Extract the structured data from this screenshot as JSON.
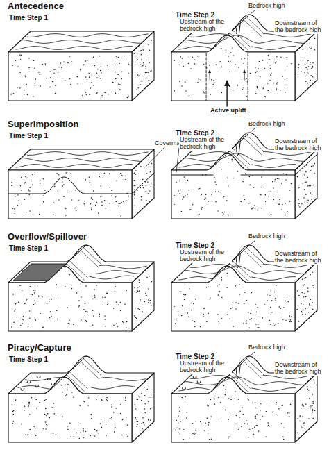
{
  "diagram": {
    "labels": [
      "Antecedence",
      "Time Step 1",
      "Time Step 2",
      "Bedrock high",
      "Upstream of the bedrock high",
      "Downstream of the bedrock high",
      "Active uplift",
      "Superimposition",
      "Time Step 1",
      "Time Step 2",
      "Covermass",
      "Bedrock high",
      "Upstream of the bedrock high",
      "Downstream of the bedrock high",
      "Overflow/Spillover",
      "Time Step 1",
      "Time Step 2",
      "Bedrock high",
      "Upstream of the bedrock high",
      "Downstream of the bedrock high",
      "Piracy/Capture",
      "Time Step 1",
      "Time Step 2",
      "Bedrock high",
      "Upstream of the bedrock high",
      "Downstream of the bedrock high"
    ]
  }
}
